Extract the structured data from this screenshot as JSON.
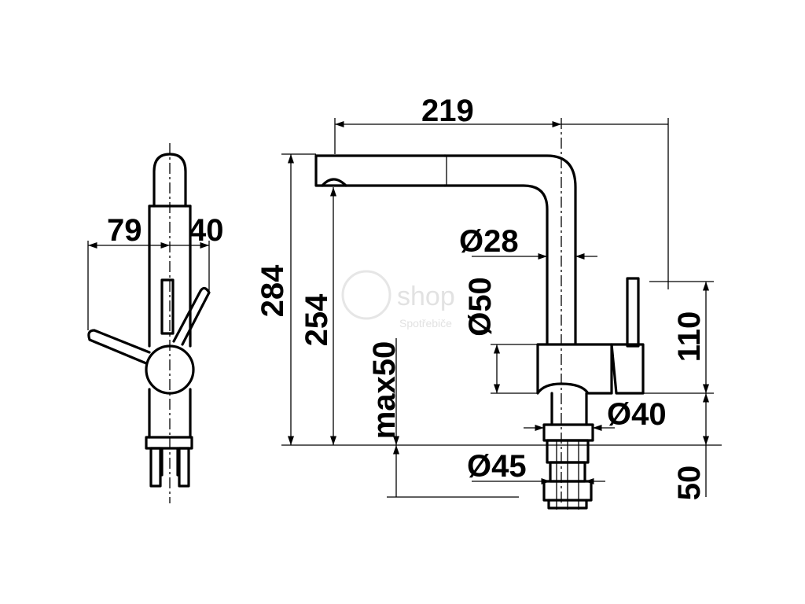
{
  "dimensions": {
    "total_width": "219",
    "side_left": "79",
    "side_right": "40",
    "height_total": "284",
    "height_spout": "254",
    "counter_max": "max50",
    "dia_spout": "Ø28",
    "dia_body": "Ø50",
    "dia_base": "Ø40",
    "dia_shank": "Ø45",
    "body_height": "110",
    "shank_length": "50"
  },
  "watermark": {
    "brand": "shop",
    "sub": "Spotřebiče"
  },
  "colors": {
    "line": "#000000",
    "background": "#ffffff",
    "watermark": "#e2e2e2"
  }
}
